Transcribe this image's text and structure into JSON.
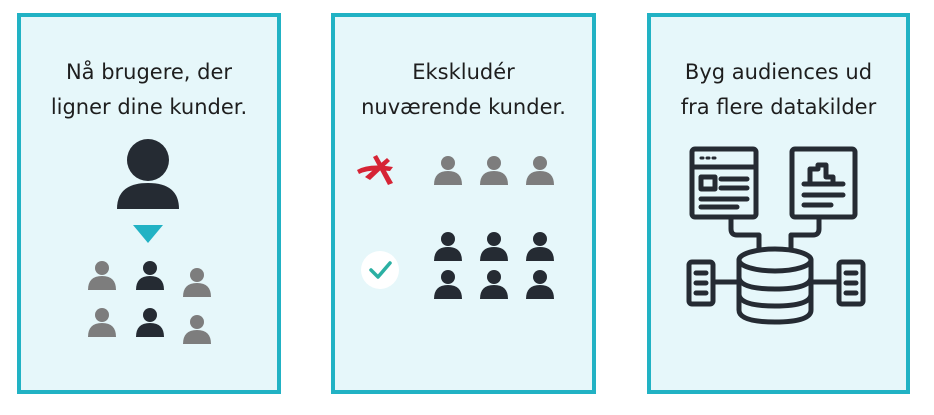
{
  "cards": [
    {
      "line1": "Nå brugere, der",
      "line2": "ligner dine kunder."
    },
    {
      "line1": "Ekskludér",
      "line2": "nuværende kunder."
    },
    {
      "line1": "Byg audiences ud",
      "line2": "fra flere datakilder"
    }
  ],
  "colors": {
    "border": "#21b2c4",
    "background": "#e6f7fa",
    "dark": "#252b33",
    "gray": "#7d7d7d",
    "teal": "#21b2c4",
    "red": "#d62435",
    "check": "#2bb0a3"
  },
  "icons": [
    "user-icon",
    "arrow-down-icon",
    "x-mark-icon",
    "checkmark-icon",
    "dashboard-window-icon",
    "chart-window-icon",
    "database-icon",
    "document-icon"
  ]
}
